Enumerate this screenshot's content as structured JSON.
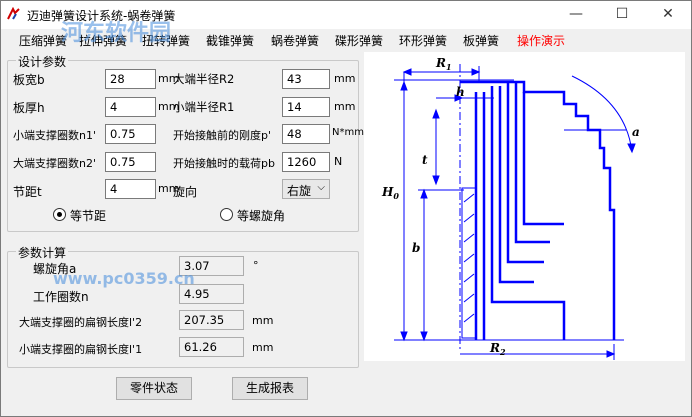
{
  "window": {
    "title": "迈迪弹簧设计系统-蜗卷弹簧",
    "minimize": "—",
    "maximize": "☐",
    "close": "✕"
  },
  "menu": {
    "items": [
      "压缩弹簧",
      "拉伸弹簧",
      "扭转弹簧",
      "截锥弹簧",
      "蜗卷弹簧",
      "碟形弹簧",
      "环形弹簧",
      "板弹簧",
      "操作演示"
    ]
  },
  "design_params": {
    "title": "设计参数",
    "width": {
      "label": "板宽b",
      "value": "28",
      "unit": "mm"
    },
    "thickness": {
      "label": "板厚h",
      "value": "4",
      "unit": "mm"
    },
    "small_end_coils": {
      "label": "小端支撑圈数n1'",
      "value": "0.75"
    },
    "large_end_coils": {
      "label": "大端支撑圈数n2'",
      "value": "0.75"
    },
    "pitch": {
      "label": "节距t",
      "value": "4",
      "unit": "mm"
    },
    "large_radius": {
      "label": "大端半径R2",
      "value": "43",
      "unit": "mm"
    },
    "small_radius": {
      "label": "小端半径R1",
      "value": "14",
      "unit": "mm"
    },
    "stiffness": {
      "label": "开始接触前的刚度p'",
      "value": "48",
      "unit": "N*mm"
    },
    "load": {
      "label": "开始接触时的载荷pb",
      "value": "1260",
      "unit": "N"
    },
    "direction": {
      "label": "旋向",
      "value": "右旋"
    },
    "radio_equal_pitch": "等节距",
    "radio_equal_helix": "等螺旋角"
  },
  "calc": {
    "title": "参数计算",
    "helix_angle": {
      "label": "螺旋角a",
      "value": "3.07",
      "unit": "°"
    },
    "working_coils": {
      "label": "工作圈数n",
      "value": "4.95"
    },
    "large_flat_len": {
      "label": "大端支撑圈的扁钢长度l'2",
      "value": "207.35",
      "unit": "mm"
    },
    "small_flat_len": {
      "label": "小端支撑圈的扁钢长度l'1",
      "value": "61.26",
      "unit": "mm"
    }
  },
  "buttons": {
    "part_status": "零件状态",
    "report": "生成报表"
  },
  "diagram": {
    "R1": "R",
    "R1_sub": "1",
    "R2": "R",
    "R2_sub": "2",
    "h": "h",
    "t": "t",
    "a": "a",
    "H0": "H",
    "H0_sub": "0",
    "b": "b"
  },
  "watermark": {
    "brand": "河东软件园",
    "url": "www.pc0359.cn"
  },
  "colors": {
    "accent_red": "#ff0000",
    "diagram_blue": "#0000ff"
  }
}
